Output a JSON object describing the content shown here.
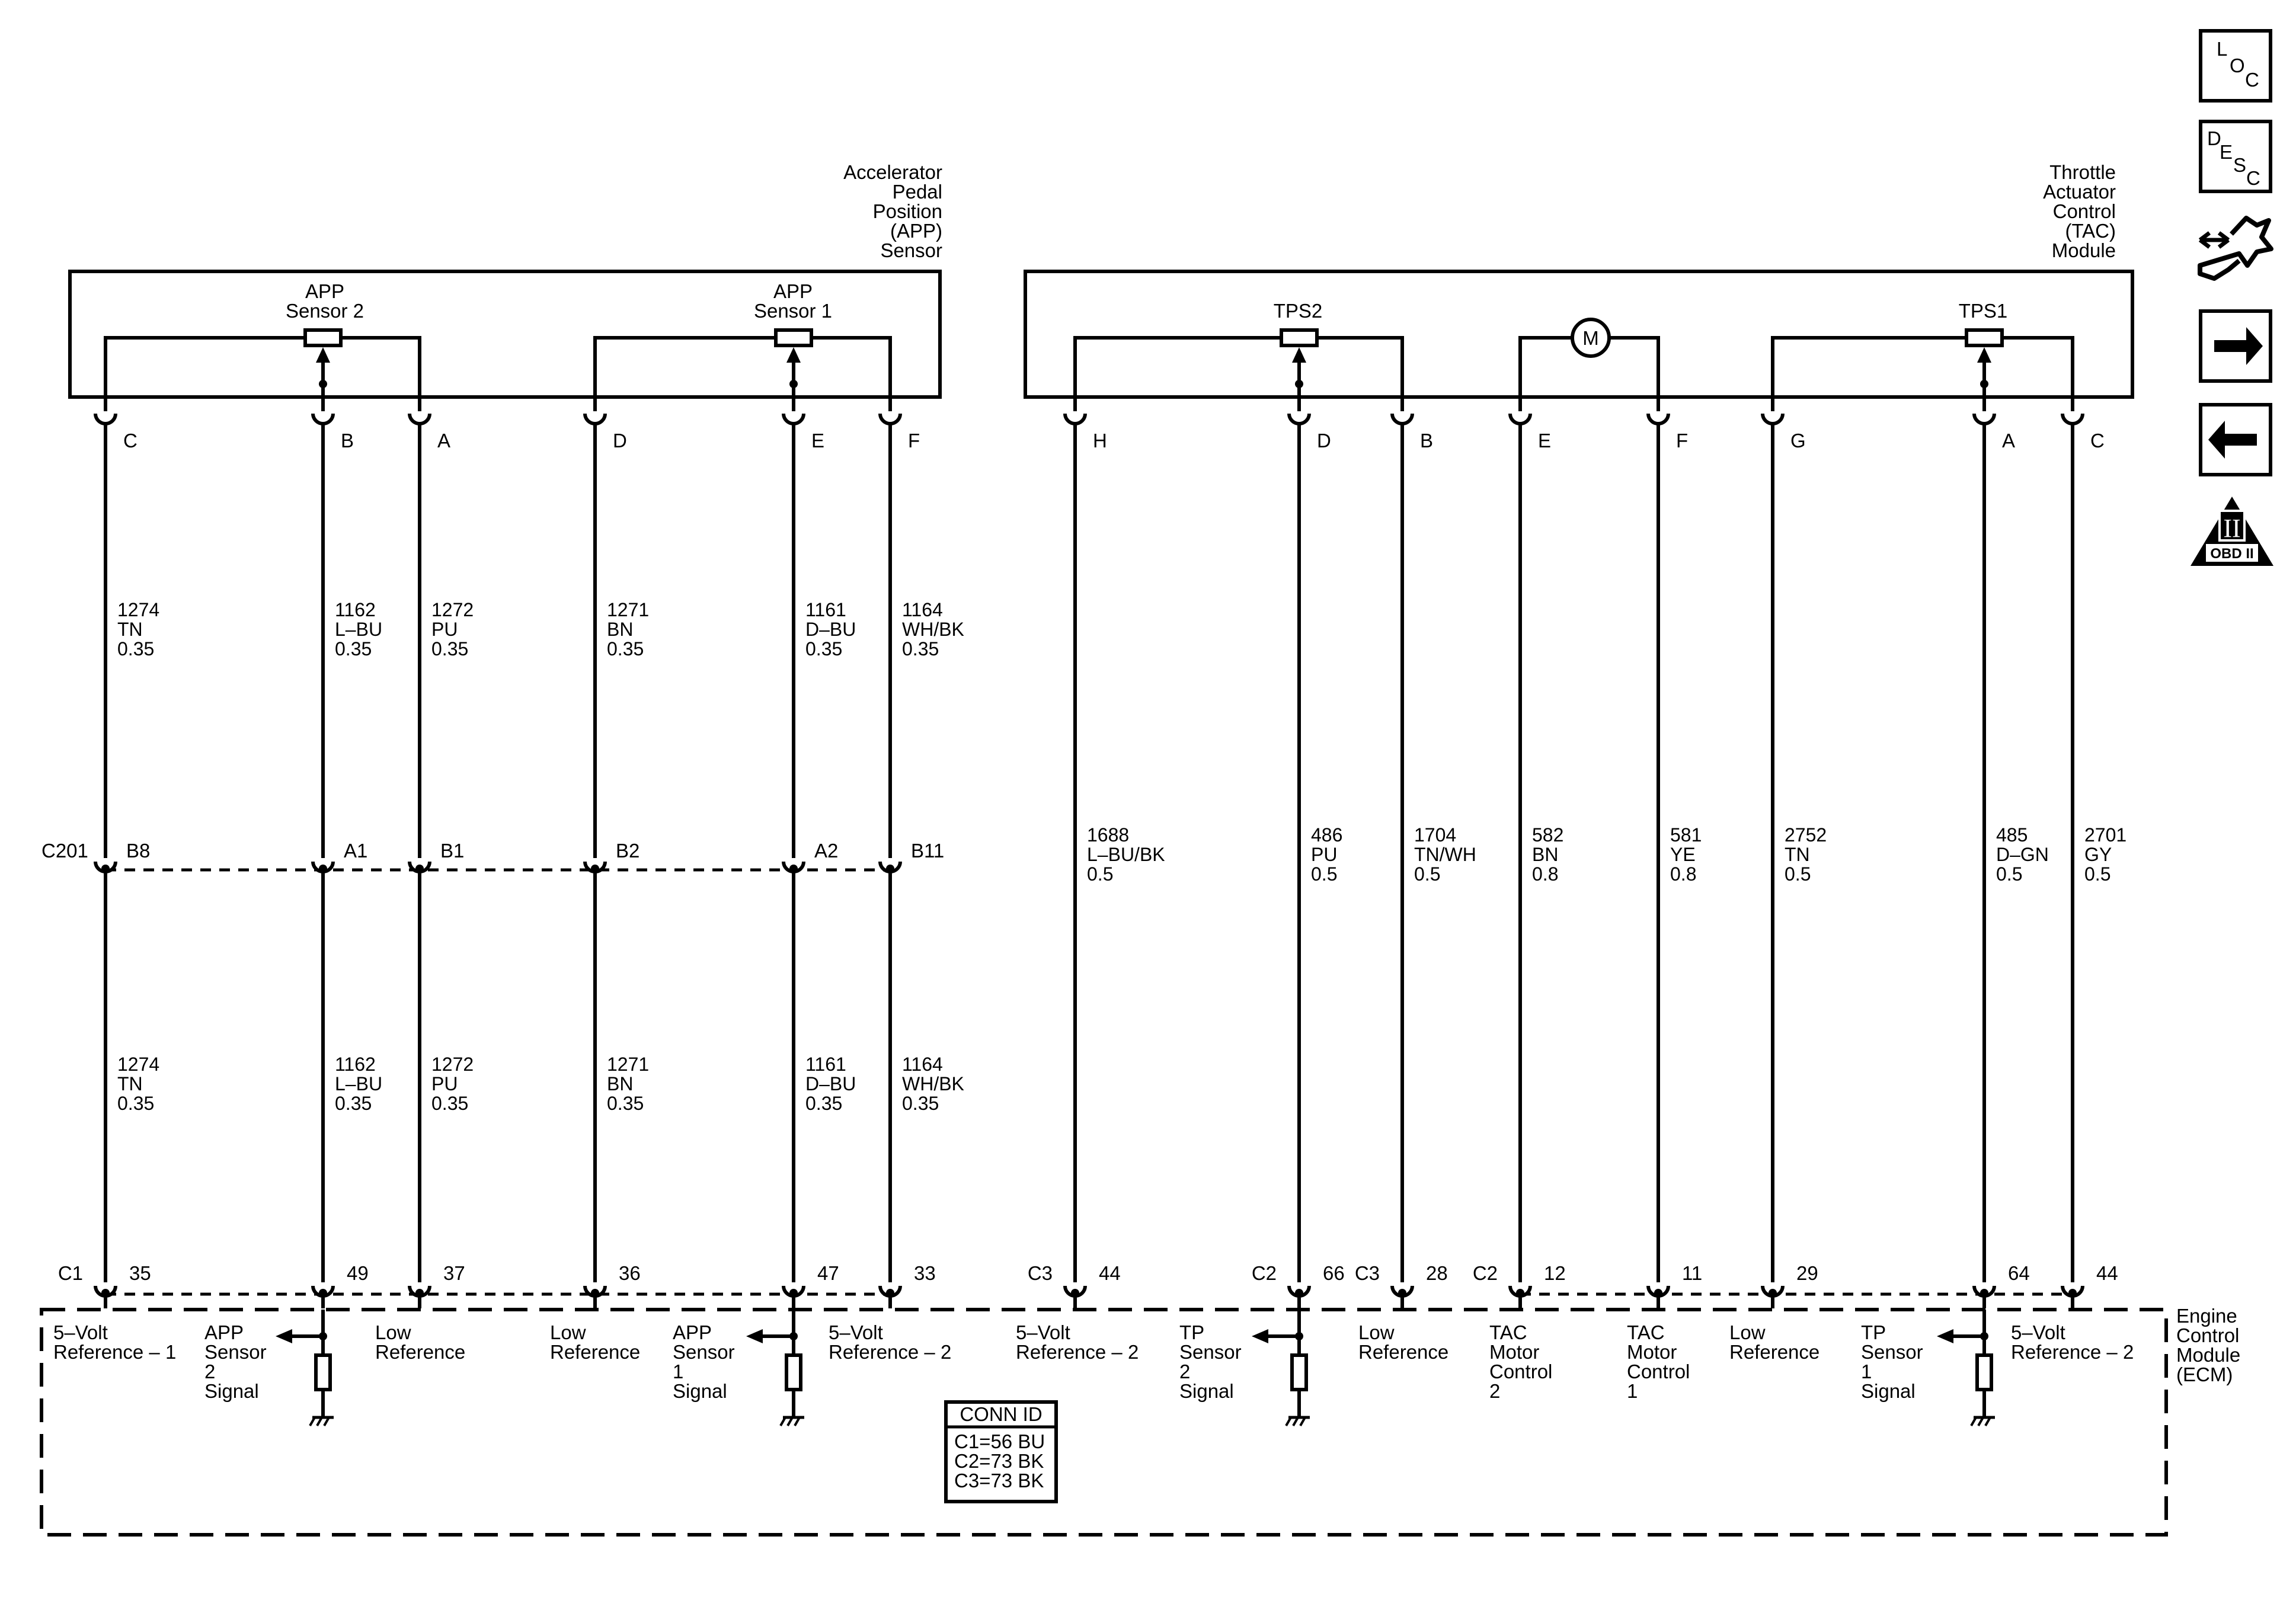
{
  "components": {
    "app_sensor": {
      "title_lines": [
        "Accelerator",
        "Pedal",
        "Position",
        "(APP)",
        "Sensor"
      ],
      "sensor2_lines": [
        "APP",
        "Sensor 2"
      ],
      "sensor1_lines": [
        "APP",
        "Sensor 1"
      ]
    },
    "tac_module": {
      "title_lines": [
        "Throttle",
        "Actuator",
        "Control",
        "(TAC)",
        "Module"
      ],
      "tps2": "TPS2",
      "tps1": "TPS1",
      "motor": "M"
    },
    "ecm": {
      "title_lines": [
        "Engine",
        "Control",
        "Module",
        "(ECM)"
      ],
      "conn_id_title": "CONN ID",
      "conn_id_lines": [
        "C1=56 BU",
        "C2=73 BK",
        "C3=73 BK"
      ]
    }
  },
  "inline_connector": {
    "name": "C201",
    "pins": [
      "B8",
      "A1",
      "B1",
      "B2",
      "A2",
      "B11"
    ]
  },
  "circuits": [
    {
      "id": "app-c",
      "component_pin": "C",
      "inline_pin": "B8",
      "ecm_conn": "C1",
      "ecm_pin": "35",
      "upper_wire": [
        "1274",
        "TN",
        "0.35"
      ],
      "lower_wire": [
        "1274",
        "TN",
        "0.35"
      ],
      "ecm_label": [
        "5–Volt",
        "Reference – 1"
      ]
    },
    {
      "id": "app-b",
      "component_pin": "B",
      "inline_pin": "A1",
      "ecm_conn": "",
      "ecm_pin": "49",
      "upper_wire": [
        "1162",
        "L–BU",
        "0.35"
      ],
      "lower_wire": [
        "1162",
        "L–BU",
        "0.35"
      ],
      "ecm_label": [
        "APP",
        "Sensor",
        "2",
        "Signal"
      ]
    },
    {
      "id": "app-a",
      "component_pin": "A",
      "inline_pin": "B1",
      "ecm_conn": "",
      "ecm_pin": "37",
      "upper_wire": [
        "1272",
        "PU",
        "0.35"
      ],
      "lower_wire": [
        "1272",
        "PU",
        "0.35"
      ],
      "ecm_label": [
        "Low",
        "Reference"
      ]
    },
    {
      "id": "app-d",
      "component_pin": "D",
      "inline_pin": "B2",
      "ecm_conn": "",
      "ecm_pin": "36",
      "upper_wire": [
        "1271",
        "BN",
        "0.35"
      ],
      "lower_wire": [
        "1271",
        "BN",
        "0.35"
      ],
      "ecm_label": [
        "Low",
        "Reference"
      ]
    },
    {
      "id": "app-e",
      "component_pin": "E",
      "inline_pin": "A2",
      "ecm_conn": "",
      "ecm_pin": "47",
      "upper_wire": [
        "1161",
        "D–BU",
        "0.35"
      ],
      "lower_wire": [
        "1161",
        "D–BU",
        "0.35"
      ],
      "ecm_label": [
        "APP",
        "Sensor",
        "1",
        "Signal"
      ]
    },
    {
      "id": "app-f",
      "component_pin": "F",
      "inline_pin": "B11",
      "ecm_conn": "",
      "ecm_pin": "33",
      "upper_wire": [
        "1164",
        "WH/BK",
        "0.35"
      ],
      "lower_wire": [
        "1164",
        "WH/BK",
        "0.35"
      ],
      "ecm_label": [
        "5–Volt",
        "Reference – 2"
      ]
    },
    {
      "id": "tac-h",
      "component_pin": "H",
      "ecm_conn": "C3",
      "ecm_pin": "44",
      "wire": [
        "1688",
        "L–BU/BK",
        "0.5"
      ],
      "ecm_label": [
        "5–Volt",
        "Reference – 2"
      ]
    },
    {
      "id": "tac-d",
      "component_pin": "D",
      "ecm_conn": "C2",
      "ecm_pin": "66",
      "wire": [
        "486",
        "PU",
        "0.5"
      ],
      "ecm_label": [
        "TP",
        "Sensor",
        "2",
        "Signal"
      ]
    },
    {
      "id": "tac-b",
      "component_pin": "B",
      "ecm_conn": "C3",
      "ecm_pin": "28",
      "wire": [
        "1704",
        "TN/WH",
        "0.5"
      ],
      "ecm_label": [
        "Low",
        "Reference"
      ]
    },
    {
      "id": "tac-e",
      "component_pin": "E",
      "ecm_conn": "C2",
      "ecm_pin": "12",
      "wire": [
        "582",
        "BN",
        "0.8"
      ],
      "ecm_label": [
        "TAC",
        "Motor",
        "Control",
        "2"
      ]
    },
    {
      "id": "tac-f",
      "component_pin": "F",
      "ecm_conn": "",
      "ecm_pin": "11",
      "wire": [
        "581",
        "YE",
        "0.8"
      ],
      "ecm_label": [
        "TAC",
        "Motor",
        "Control",
        "1"
      ]
    },
    {
      "id": "tac-g",
      "component_pin": "G",
      "ecm_conn": "",
      "ecm_pin": "29",
      "wire": [
        "2752",
        "TN",
        "0.5"
      ],
      "ecm_label": [
        "Low",
        "Reference"
      ]
    },
    {
      "id": "tac-a",
      "component_pin": "A",
      "ecm_conn": "",
      "ecm_pin": "64",
      "wire": [
        "485",
        "D–GN",
        "0.5"
      ],
      "ecm_label": [
        "TP",
        "Sensor",
        "1",
        "Signal"
      ]
    },
    {
      "id": "tac-c",
      "component_pin": "C",
      "ecm_conn": "",
      "ecm_pin": "44",
      "wire": [
        "2701",
        "GY",
        "0.5"
      ],
      "ecm_label": [
        "5–Volt",
        "Reference – 2"
      ]
    }
  ],
  "nav_buttons": [
    {
      "name": "loc-button",
      "icon": "loc-icon",
      "letters": [
        "L",
        "O",
        "C"
      ]
    },
    {
      "name": "desc-button",
      "icon": "desc-icon",
      "letters": [
        "D",
        "E",
        "S",
        "C"
      ]
    },
    {
      "name": "connector-end-view-button",
      "icon": "connector-wrench-icon"
    },
    {
      "name": "next-page-button",
      "icon": "arrow-right-icon"
    },
    {
      "name": "previous-page-button",
      "icon": "arrow-left-icon"
    },
    {
      "name": "obd-ii-button",
      "icon": "obd-ii-icon",
      "label": "OBD II",
      "roman": "II"
    }
  ]
}
